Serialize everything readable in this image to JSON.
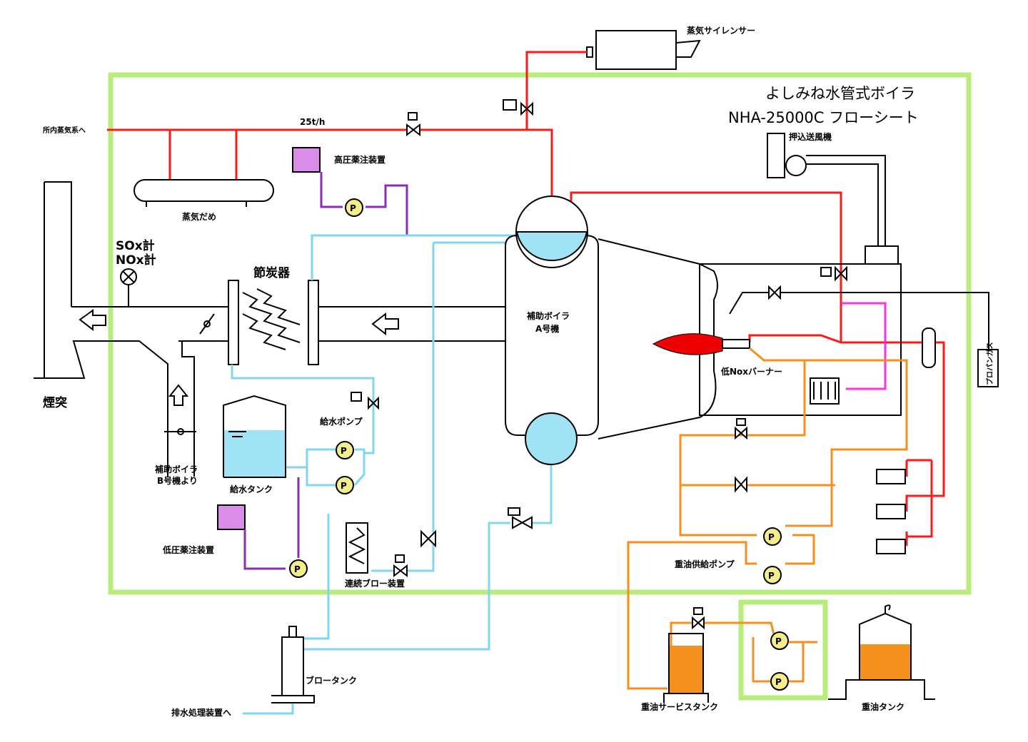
{
  "title": {
    "line1": "よしみね水管式ボイラ",
    "line2": "NHA-25000C フローシート"
  },
  "labels": {
    "steam_silencer": "蒸気サイレンサー",
    "to_plant_steam": "所内蒸気系へ",
    "flow_rate": "25t/h",
    "hp_chem": "高圧薬注装置",
    "steam_header": "蒸気だめ",
    "forced_fan": "押込送風機",
    "sox": "SOx計",
    "nox": "NOx計",
    "economizer": "節炭器",
    "boiler_a_1": "補助ボイラ",
    "boiler_a_2": "A号機",
    "burner": "低Noxバーナー",
    "propane": "プロパンガス",
    "chimney": "煙突",
    "feed_pump": "給水ポンプ",
    "from_b_1": "補助ボイラ",
    "from_b_2": "B号機より",
    "feed_tank": "給水タンク",
    "lp_chem": "低圧薬注装置",
    "cont_blow": "連続ブロー装置",
    "oil_pump": "重油供給ポンプ",
    "blow_tank": "ブロータンク",
    "to_wastewater": "排水処理装置へ",
    "oil_service_tank": "重油サービスタンク",
    "oil_tank": "重油タンク",
    "pump_letter": "P"
  },
  "colors": {
    "frame": "#b8ec7c",
    "steam": "#ff1a1a",
    "water": "#7fd6f0",
    "chemical": "#8a2fb0",
    "oil": "#f5901e",
    "gas": "#ff33dd",
    "flame": "#ee0000"
  }
}
